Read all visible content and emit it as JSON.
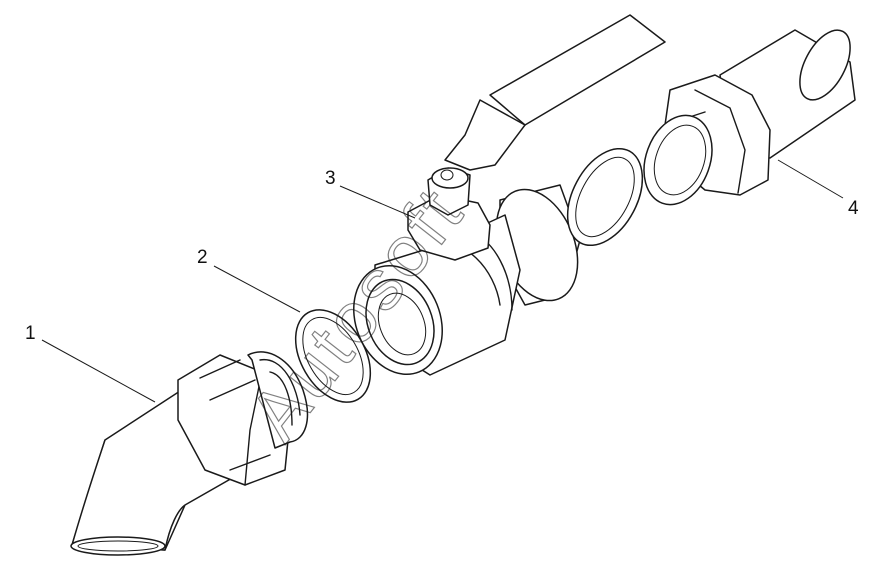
{
  "diagram": {
    "callouts": [
      {
        "id": "1",
        "label": "1"
      },
      {
        "id": "2",
        "label": "2"
      },
      {
        "id": "3",
        "label": "3"
      },
      {
        "id": "4",
        "label": "4"
      }
    ],
    "watermark": "Autosoft",
    "line_color": "#1a1a1a",
    "background": "#ffffff"
  }
}
